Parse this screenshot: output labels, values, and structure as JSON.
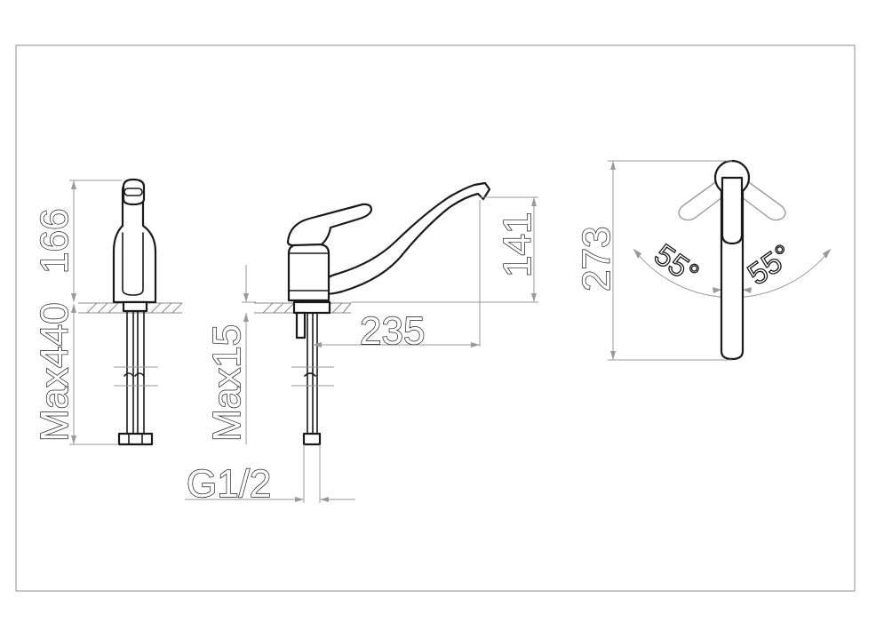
{
  "dimensions": {
    "side_height": "166",
    "side_supply_length": "Max440",
    "front_height": "141",
    "front_reach": "235",
    "deck_thickness": "Max15",
    "connection_thread": "G1/2",
    "top_length": "273",
    "swivel_left": "55°",
    "swivel_right": "55°"
  }
}
